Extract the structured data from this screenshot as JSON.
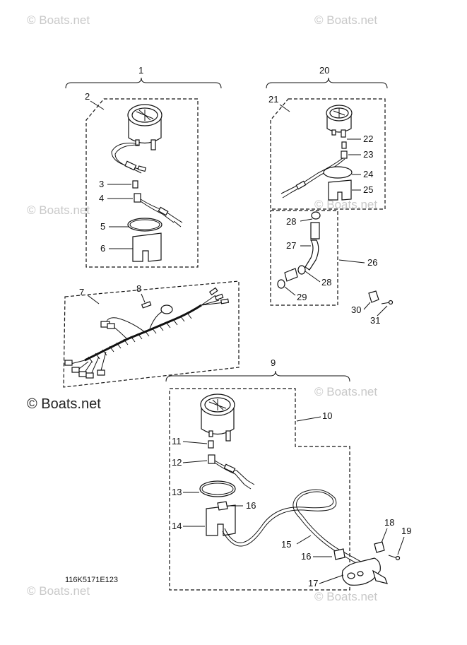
{
  "watermark": {
    "text": "© Boats.net",
    "text_large": "© Boats.net"
  },
  "drawing_code": "116K5171E123",
  "callouts": {
    "c1": "1",
    "c2": "2",
    "c3": "3",
    "c4": "4",
    "c5": "5",
    "c6": "6",
    "c7": "7",
    "c8": "8",
    "c9": "9",
    "c10": "10",
    "c11": "11",
    "c12": "12",
    "c13": "13",
    "c14": "14",
    "c15": "15",
    "c16a": "16",
    "c16b": "16",
    "c17": "17",
    "c18": "18",
    "c19": "19",
    "c20": "20",
    "c21": "21",
    "c22": "22",
    "c23": "23",
    "c24": "24",
    "c25": "25",
    "c26": "26",
    "c27": "27",
    "c28a": "28",
    "c28b": "28",
    "c29": "29",
    "c30": "30",
    "c31": "31"
  }
}
